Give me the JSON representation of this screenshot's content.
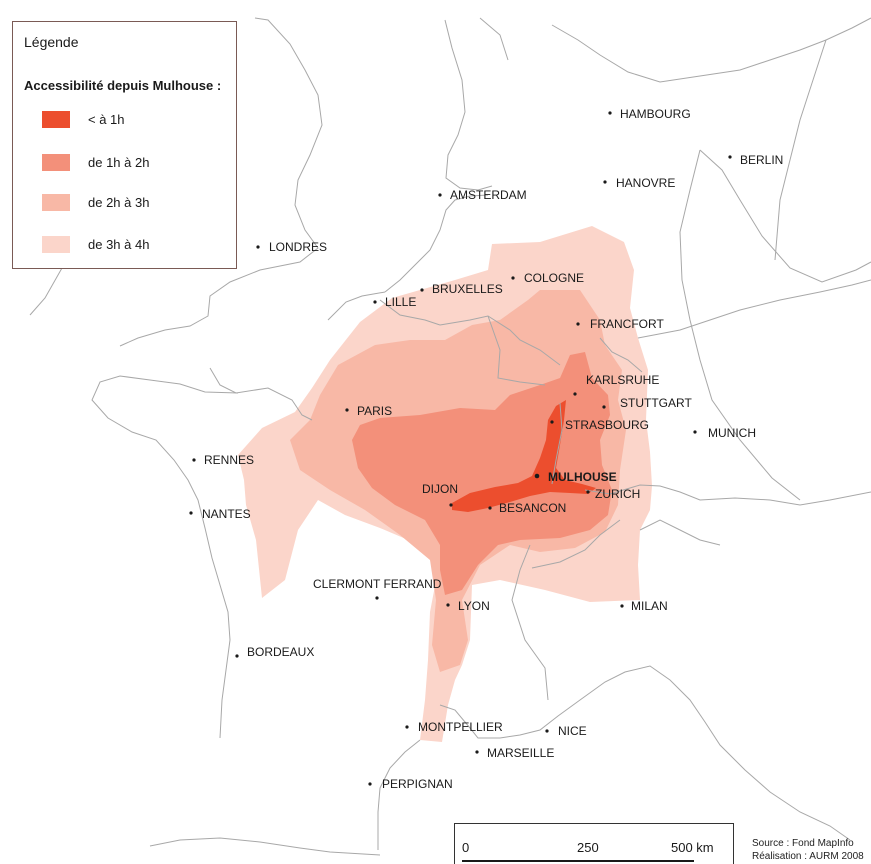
{
  "legend": {
    "title": "Légende",
    "subtitle": "Accessibilité depuis Mulhouse :",
    "items": [
      {
        "label": "< à 1h",
        "color": "#ec4e2e"
      },
      {
        "label": "de 1h à 2h",
        "color": "#f3907a"
      },
      {
        "label": "de 2h à 3h",
        "color": "#f8b8a6"
      },
      {
        "label": "de 3h à 4h",
        "color": "#fbd5ca"
      }
    ]
  },
  "cities": [
    {
      "name": "HAMBOURG"
    },
    {
      "name": "BERLIN"
    },
    {
      "name": "HANOVRE"
    },
    {
      "name": "AMSTERDAM"
    },
    {
      "name": "LONDRES"
    },
    {
      "name": "COLOGNE"
    },
    {
      "name": "BRUXELLES"
    },
    {
      "name": "LILLE"
    },
    {
      "name": "FRANCFORT"
    },
    {
      "name": "KARLSRUHE"
    },
    {
      "name": "STUTTGART"
    },
    {
      "name": "PARIS"
    },
    {
      "name": "STRASBOURG"
    },
    {
      "name": "MUNICH"
    },
    {
      "name": "RENNES"
    },
    {
      "name": "MULHOUSE"
    },
    {
      "name": "DIJON"
    },
    {
      "name": "ZURICH"
    },
    {
      "name": "NANTES"
    },
    {
      "name": "BESANCON"
    },
    {
      "name": "CLERMONT FERRAND"
    },
    {
      "name": "LYON"
    },
    {
      "name": "MILAN"
    },
    {
      "name": "BORDEAUX"
    },
    {
      "name": "MONTPELLIER"
    },
    {
      "name": "NICE"
    },
    {
      "name": "MARSEILLE"
    },
    {
      "name": "PERPIGNAN"
    }
  ],
  "scale": {
    "zero": "0",
    "mid": "250",
    "end": "500 km"
  },
  "source": {
    "line1": "Source : Fond MapInfo",
    "line2": "Réalisation : AURM 2008"
  }
}
